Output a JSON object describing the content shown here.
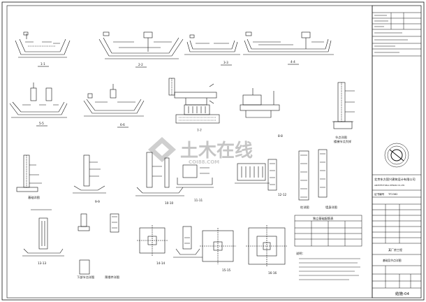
{
  "sections": {
    "row1": [
      "1-1",
      "2-2",
      "3-3",
      "4-4"
    ],
    "row2": [
      "5-5",
      "6-6",
      "7-7",
      "8-8"
    ],
    "row2_notes": [
      "节点详图",
      "楼梯节点大样"
    ],
    "row3": [
      "9-9",
      "10-10",
      "11-11",
      "12-12"
    ],
    "row3_notes": [
      "基础详图",
      "柱详图",
      "墙身详图"
    ],
    "row4": [
      "13-13",
      "14-14",
      "15-15",
      "16-16"
    ],
    "row4_notes": [
      "下部节点详图",
      "预埋件详图"
    ]
  },
  "table": {
    "title": "独立基础配筋表"
  },
  "notes": {
    "heading": "说明："
  },
  "watermark": {
    "cn": "土木在线",
    "en": "COI88.COM"
  },
  "title_block": {
    "company_cn": "北京东方国兴建筑设计有限公司",
    "company_en": "ARCHITECTURAL DESIGN CO.,LTD.",
    "cert": "证书编号",
    "cert_no": "TF2362",
    "project": "某厂房工程",
    "drawing_name": "基础及节点详图",
    "drawing_no": "结施-04"
  },
  "colors": {
    "ink": "#111111",
    "watermark": "#bcbcbc",
    "paper": "#ffffff"
  }
}
